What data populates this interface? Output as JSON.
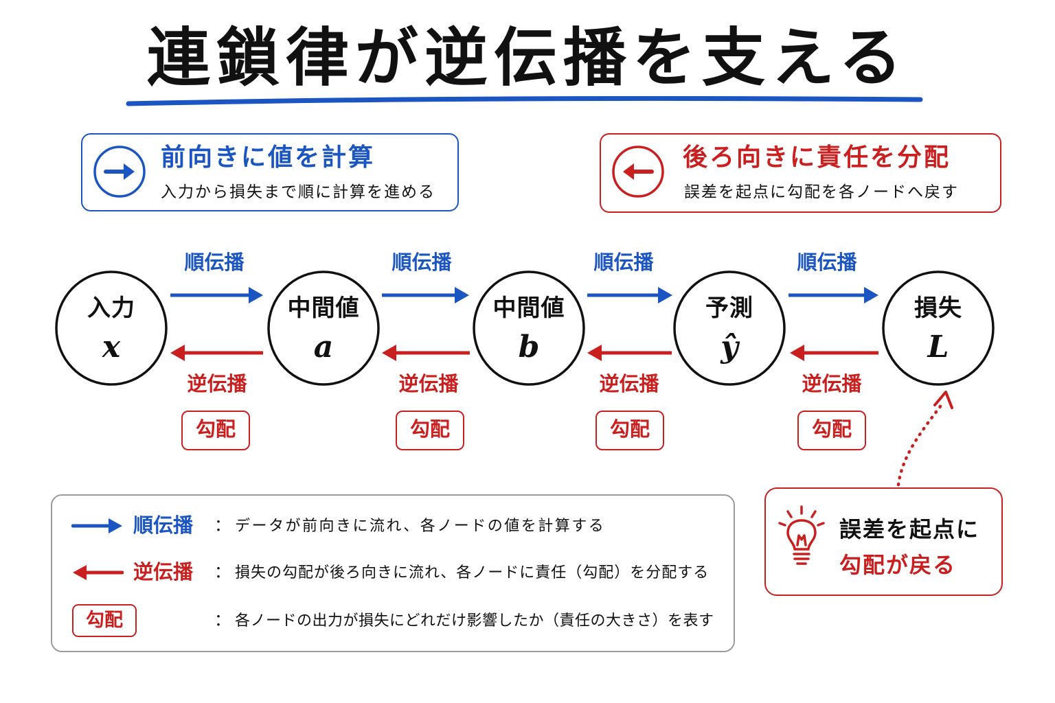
{
  "title": "連鎖律が逆伝播を支える",
  "colors": {
    "forward": "#1a55c2",
    "backward": "#c91f1f",
    "text": "#111111",
    "legend_border": "#9b9b9b"
  },
  "forward_card": {
    "icon": "arrow-right-circle-icon",
    "title": "前向きに値を計算",
    "subtitle": "入力から損失まで順に計算を進める"
  },
  "backward_card": {
    "icon": "arrow-left-circle-icon",
    "title": "後ろ向きに責任を分配",
    "subtitle": "誤差を起点に勾配を各ノードへ戻す"
  },
  "nodes": [
    {
      "label": "入力",
      "symbol": "x"
    },
    {
      "label": "中間値",
      "symbol": "a"
    },
    {
      "label": "中間値",
      "symbol": "b"
    },
    {
      "label": "予測",
      "symbol": "ŷ"
    },
    {
      "label": "損失",
      "symbol": "L"
    }
  ],
  "edges": [
    {
      "forward_label": "順伝播",
      "backward_label": "逆伝播",
      "gradient_label": "勾配"
    },
    {
      "forward_label": "順伝播",
      "backward_label": "逆伝播",
      "gradient_label": "勾配"
    },
    {
      "forward_label": "順伝播",
      "backward_label": "逆伝播",
      "gradient_label": "勾配"
    },
    {
      "forward_label": "順伝播",
      "backward_label": "逆伝播",
      "gradient_label": "勾配"
    }
  ],
  "callout": {
    "icon": "lightbulb-icon",
    "line1": "誤差を起点に",
    "line2": "勾配が戻る"
  },
  "legend": {
    "rows": [
      {
        "marker_icon": "blue-right-arrow-icon",
        "term": "順伝播",
        "separator": "：",
        "description": "データが前向きに流れ、各ノードの値を計算する"
      },
      {
        "marker_icon": "red-left-arrow-icon",
        "term": "逆伝播",
        "separator": "：",
        "description": "損失の勾配が後ろ向きに流れ、各ノードに責任（勾配）を分配する"
      },
      {
        "marker_icon": "gradient-box-icon",
        "term": "勾配",
        "separator": "：",
        "description": "各ノードの出力が損失にどれだけ影響したか（責任の大きさ）を表す"
      }
    ]
  }
}
